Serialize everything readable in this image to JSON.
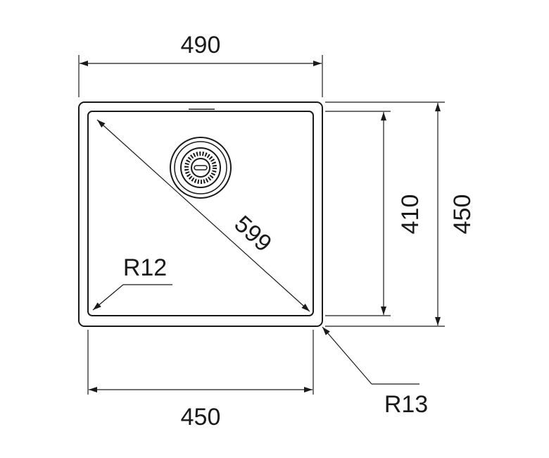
{
  "diagram": {
    "dimensions": {
      "outer_width": "490",
      "inner_width": "450",
      "inner_height": "410",
      "outer_height": "450",
      "diagonal": "599",
      "inner_radius": "R12",
      "outer_radius": "R13"
    },
    "colors": {
      "line": "#1a1a1a",
      "background": "#ffffff"
    },
    "icons": {
      "drain": "drain-strainer-icon"
    }
  }
}
